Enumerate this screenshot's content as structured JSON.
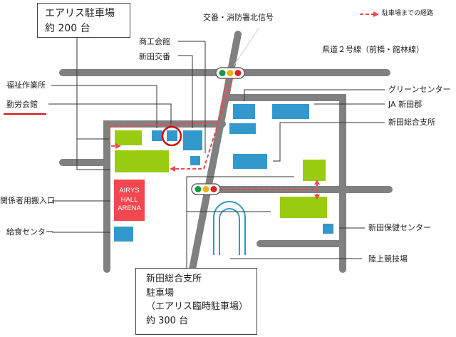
{
  "legend": {
    "route_label": "駐車場までの経路"
  },
  "parking_main": {
    "line1": "エアリス駐車場",
    "line2": "約 200 台"
  },
  "parking_temp": {
    "line1": "新田総合支所",
    "line2": "駐車場",
    "line3": "（エアリス臨時駐車場）",
    "line4": "約 300 台"
  },
  "labels": {
    "signal_north": "交番・消防署北信号",
    "route2": "県道２号線（前橋・館林線）",
    "shoko_kaikan": "商工会館",
    "nitta_koban": "新田交番",
    "fukushi": "福祉作業所",
    "kinro_kaikan": "勤労会館",
    "green_center": "グリーンセンター",
    "ja": "JA 新田郡",
    "nitta_sogo": "新田総合支所",
    "kankeisha": "関係者用搬入口",
    "kyushoku": "給食センター",
    "hoken": "新田保健センター",
    "rikujo": "陸上競技場"
  },
  "arena": {
    "line1": "AIRYS",
    "line2": "HALL",
    "line3": "ARENA"
  },
  "colors": {
    "road": "#808080",
    "building": "#3399cc",
    "parking": "#99cc11",
    "route": "#f2474f",
    "arena": "#f2474f",
    "track": "#3399cc"
  }
}
